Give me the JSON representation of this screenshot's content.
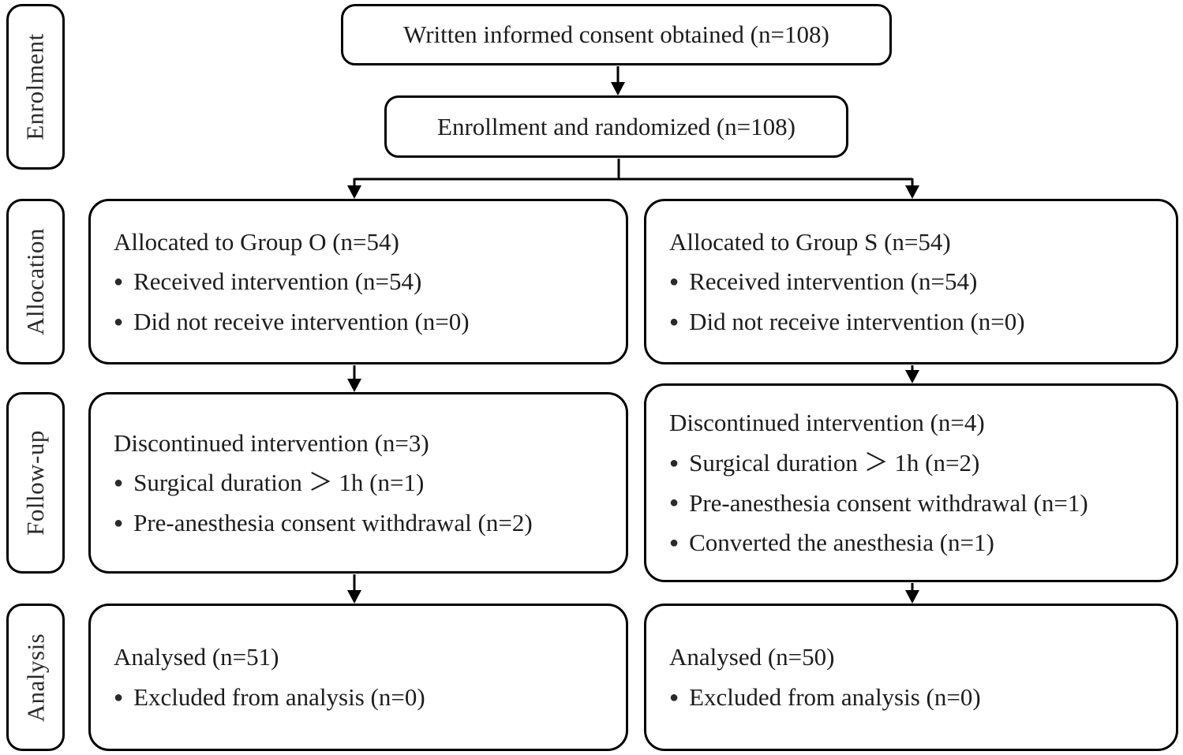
{
  "glyphs": {
    "bullet": "●"
  },
  "colors": {
    "border": "#000000",
    "text": "#1c1c1c",
    "background": "#ffffff"
  },
  "stages": [
    {
      "label": "Enrolment"
    },
    {
      "label": "Allocation"
    },
    {
      "label": "Follow-up"
    },
    {
      "label": "Analysis"
    }
  ],
  "flow": {
    "consent": {
      "title": "Written informed consent obtained (n=108)"
    },
    "enrollment": {
      "title": "Enrollment and randomized (n=108)"
    },
    "allocation_group_o": {
      "title": "Allocated to Group O (n=54)",
      "bullets": [
        "Received intervention (n=54)",
        "Did not receive intervention (n=0)"
      ]
    },
    "allocation_group_s": {
      "title": "Allocated to Group S (n=54)",
      "bullets": [
        "Received intervention (n=54)",
        "Did not receive intervention (n=0)"
      ]
    },
    "followup_group_o": {
      "title": "Discontinued intervention (n=3)",
      "bullets": [
        "Surgical duration ＞ 1h (n=1)",
        "Pre-anesthesia consent withdrawal (n=2)"
      ]
    },
    "followup_group_s": {
      "title": "Discontinued intervention (n=4)",
      "bullets": [
        "Surgical duration ＞ 1h (n=2)",
        "Pre-anesthesia consent withdrawal (n=1)",
        "Converted the anesthesia (n=1)"
      ]
    },
    "analysis_group_o": {
      "title": "Analysed (n=51)",
      "bullets": [
        "Excluded from analysis (n=0)"
      ]
    },
    "analysis_group_s": {
      "title": "Analysed (n=50)",
      "bullets": [
        "Excluded from analysis (n=0)"
      ]
    }
  }
}
